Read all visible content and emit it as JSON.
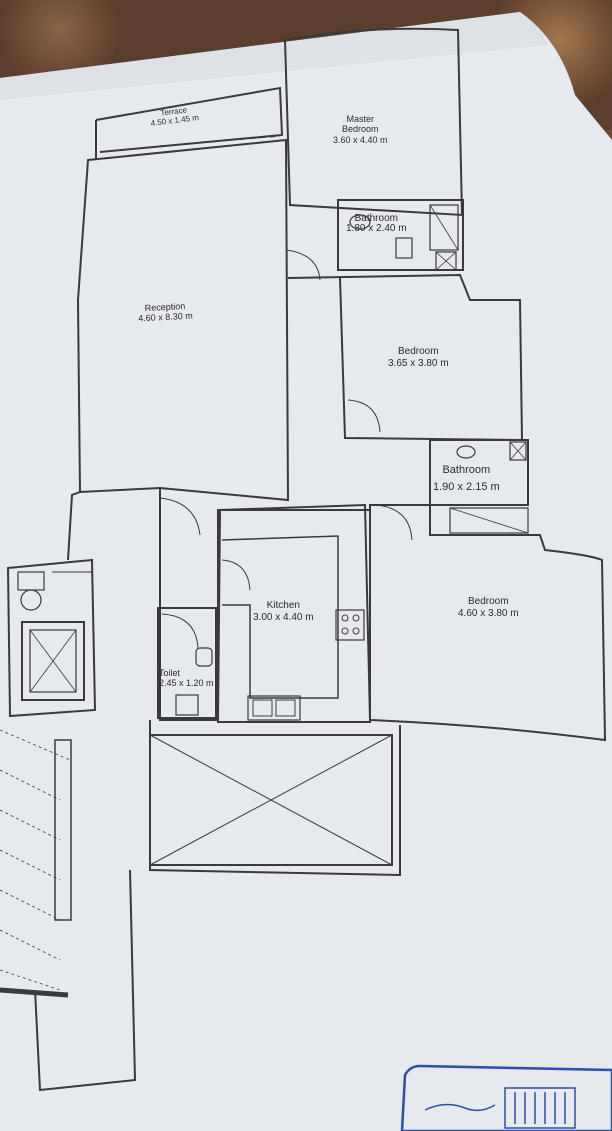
{
  "rooms": {
    "terrace": {
      "name": "Terrace",
      "dim": "4.50 x 1.45 m"
    },
    "master": {
      "name_line1": "Master",
      "name_line2": "Bedroom",
      "dim": "3.60 x 4.40 m"
    },
    "bath1": {
      "name": "Bathroom",
      "dim": "1.80 x 2.40 m"
    },
    "reception": {
      "name": "Reception",
      "dim": "4.60 x 8.30 m"
    },
    "bedroom2": {
      "name": "Bedroom",
      "dim": "3.65 x 3.80 m"
    },
    "bath2": {
      "name": "Bathroom",
      "dim": "1.90 x 2.15 m"
    },
    "bedroom3": {
      "name": "Bedroom",
      "dim": "4.60 x 3.80 m"
    },
    "kitchen": {
      "name": "Kitchen",
      "dim": "3.00 x 4.40 m"
    },
    "toilet": {
      "name": "Toilet",
      "dim": "2.45 x 1.20 m"
    }
  },
  "colors": {
    "paper": "#e8ebef",
    "wall": "#3a3a3a",
    "stamp": "#2f4fa8",
    "background": "#6b4a35"
  }
}
